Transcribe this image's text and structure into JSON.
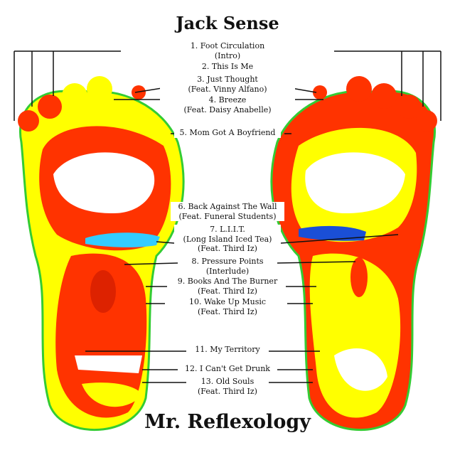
{
  "artist": "Jack Sense",
  "album": "Mr. Reflexology",
  "tracks": [
    {
      "title": "1. Foot Circulation",
      "sub": "(Intro)"
    },
    {
      "title": "2. This Is Me"
    },
    {
      "title": "3. Just Thought",
      "sub": "(Feat. Vinny Alfano)"
    },
    {
      "title": "4. Breeze",
      "sub": "(Feat. Daisy Anabelle)"
    },
    {
      "title": "5. Mom Got A Boyfriend"
    },
    {
      "title": "6. Back Against The Wall",
      "sub": "(Feat. Funeral Students)"
    },
    {
      "title": "7. L.I.I.T.",
      "sub": "(Long Island Iced Tea)",
      "sub2": "(Feat. Third Iz)"
    },
    {
      "title": "8. Pressure Points",
      "sub": "(Interlude)"
    },
    {
      "title": "9. Books And The Burner",
      "sub": "(Feat. Third Iz)"
    },
    {
      "title": "10. Wake Up Music",
      "sub": "(Feat. Third Iz)"
    },
    {
      "title": "11. My Territory"
    },
    {
      "title": "12. I Can't Get Drunk"
    },
    {
      "title": "13. Old Souls",
      "sub": "(Feat. Third Iz)"
    }
  ],
  "colors": {
    "yellow": "#ffff00",
    "red": "#ff3300",
    "cyan": "#33ccff",
    "blue": "#1a4fd6",
    "green": "#33cc33"
  }
}
